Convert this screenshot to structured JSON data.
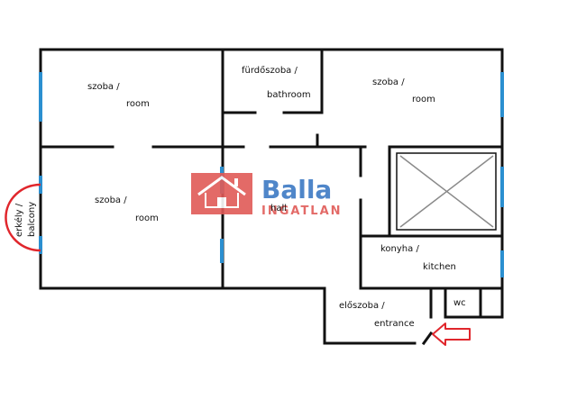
{
  "rooms": {
    "room_nw": {
      "hu": "szoba /",
      "en": "room"
    },
    "bathroom": {
      "hu": "fürdőszoba /",
      "en": "bathroom"
    },
    "room_ne": {
      "hu": "szoba /",
      "en": "room"
    },
    "room_w": {
      "hu": "szoba /",
      "en": "room"
    },
    "hall": {
      "en": "hall"
    },
    "kitchen": {
      "hu": "konyha /",
      "en": "kitchen"
    },
    "wc": {
      "en": "wc"
    },
    "entrance": {
      "hu": "előszoba /",
      "en": "entrance"
    },
    "balcony": {
      "hu": "erkély /",
      "en": "balcony"
    }
  },
  "watermark": {
    "brand": "Balla",
    "sub": "INGATLAN"
  },
  "colors": {
    "wall": "#111111",
    "window": "#2b8fd0",
    "balcony": "#e0262c",
    "arrow": "#e0262c",
    "watermark_red": "#e05a57",
    "watermark_blue": "#3c79c4",
    "elevator_cross": "#8a8a8a"
  },
  "icons": {
    "entrance_marker": "arrow-left-icon",
    "logo": "house-icon"
  }
}
